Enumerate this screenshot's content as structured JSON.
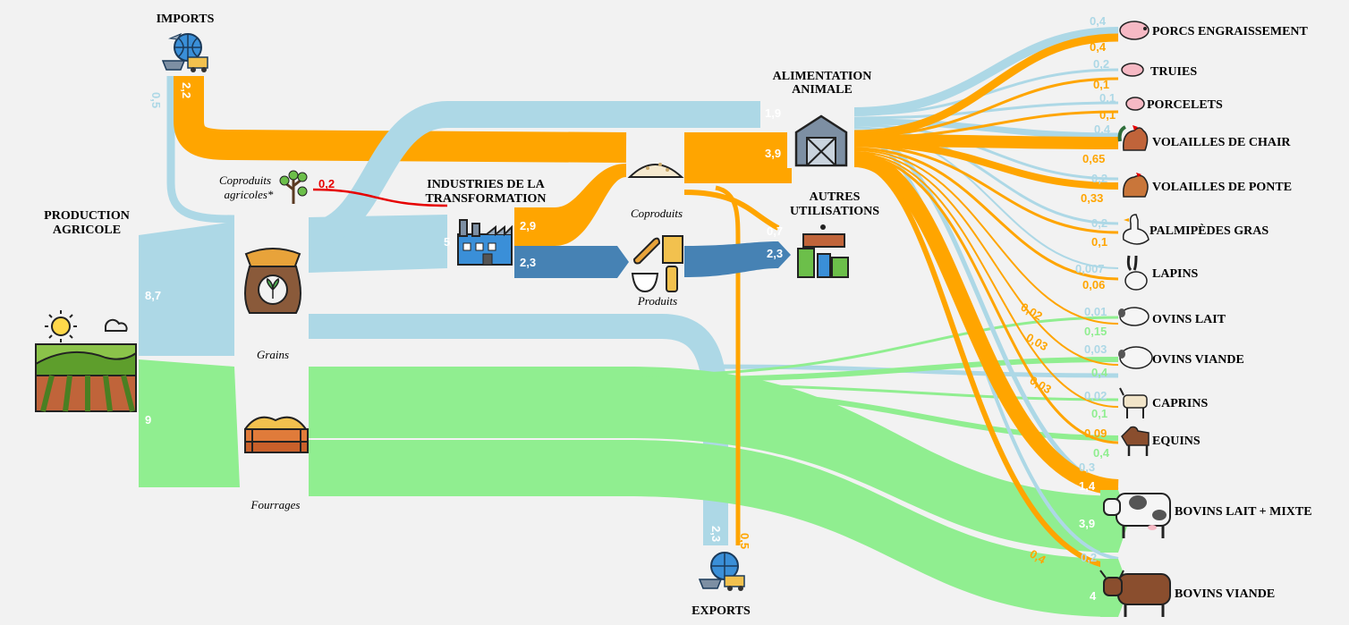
{
  "colors": {
    "background": "#f2f2f2",
    "grains_flow": "#add8e6",
    "fourrages_flow": "#90ee90",
    "imports_flow": "#ffa500",
    "produits_flow": "#4682b4",
    "coproduits_agricoles_line": "#e60000"
  },
  "labels": {
    "imports": "IMPORTS",
    "production_line1": "PRODUCTION",
    "production_line2": "AGRICOLE",
    "coproduits_agricoles_line1": "Coproduits",
    "coproduits_agricoles_line2": "agricoles*",
    "grains": "Grains",
    "fourrages": "Fourrages",
    "industries_line1": "INDUSTRIES DE LA",
    "industries_line2": "TRANSFORMATION",
    "coproduits": "Coproduits",
    "produits": "Produits",
    "alimentation_line1": "ALIMENTATION",
    "alimentation_line2": "ANIMALE",
    "autres_line1": "AUTRES",
    "autres_line2": "UTILISATIONS",
    "exports": "EXPORTS"
  },
  "values": {
    "imports_blue": "0,5",
    "imports_orange": "2,2",
    "prod_grains": "8,7",
    "prod_fourrages": "9",
    "coproduits_agricoles": "0,2",
    "industries_in": "5",
    "industries_coproduits": "2,9",
    "industries_produits": "2,3",
    "alim_blue": "1,9",
    "alim_orange": "3,9",
    "autres_orange": "0,7",
    "autres_blue": "2,3",
    "exports_blue": "2,3",
    "exports_orange": "0,5"
  },
  "animals": [
    {
      "name": "PORCS ENGRAISSEMENT",
      "icon": "pig-icon",
      "blue": "0,4",
      "orange": "0,4"
    },
    {
      "name": "TRUIES",
      "icon": "sow-icon",
      "blue": "0,2",
      "orange": "0,1"
    },
    {
      "name": "PORCELETS",
      "icon": "piglet-icon",
      "blue": "0,1",
      "orange": "0,1"
    },
    {
      "name": "VOLAILLES DE CHAIR",
      "icon": "rooster-icon",
      "blue": "0,4",
      "orange": "0,65"
    },
    {
      "name": "VOLAILLES DE PONTE",
      "icon": "hen-icon",
      "blue": "0,2",
      "orange": "0,33"
    },
    {
      "name": "PALMIPÈDES GRAS",
      "icon": "goose-icon",
      "blue": "0,2",
      "orange": "0,1"
    },
    {
      "name": "LAPINS",
      "icon": "rabbit-icon",
      "blue": "0,007",
      "orange": "0,06"
    },
    {
      "name": "OVINS LAIT",
      "icon": "sheep-icon",
      "blue": "0,01",
      "green": "0,15",
      "orange_diag": "0,02"
    },
    {
      "name": "OVINS VIANDE",
      "icon": "sheep-icon",
      "blue": "0,03",
      "green": "0,4",
      "orange_diag": "0,03"
    },
    {
      "name": "CAPRINS",
      "icon": "goat-icon",
      "blue": "0,02",
      "green": "0,1",
      "orange_diag": "0,03"
    },
    {
      "name": "EQUINS",
      "icon": "horse-icon",
      "orange": "0,09",
      "green": "0,4"
    },
    {
      "name": "BOVINS LAIT + MIXTE",
      "icon": "dairy-cow-icon",
      "blue": "0,3",
      "orange": "1,4",
      "green": "3,9"
    },
    {
      "name": "BOVINS VIANDE",
      "icon": "beef-cow-icon",
      "orange_diag": "0,4",
      "blue": "0,2",
      "green": "4"
    }
  ]
}
